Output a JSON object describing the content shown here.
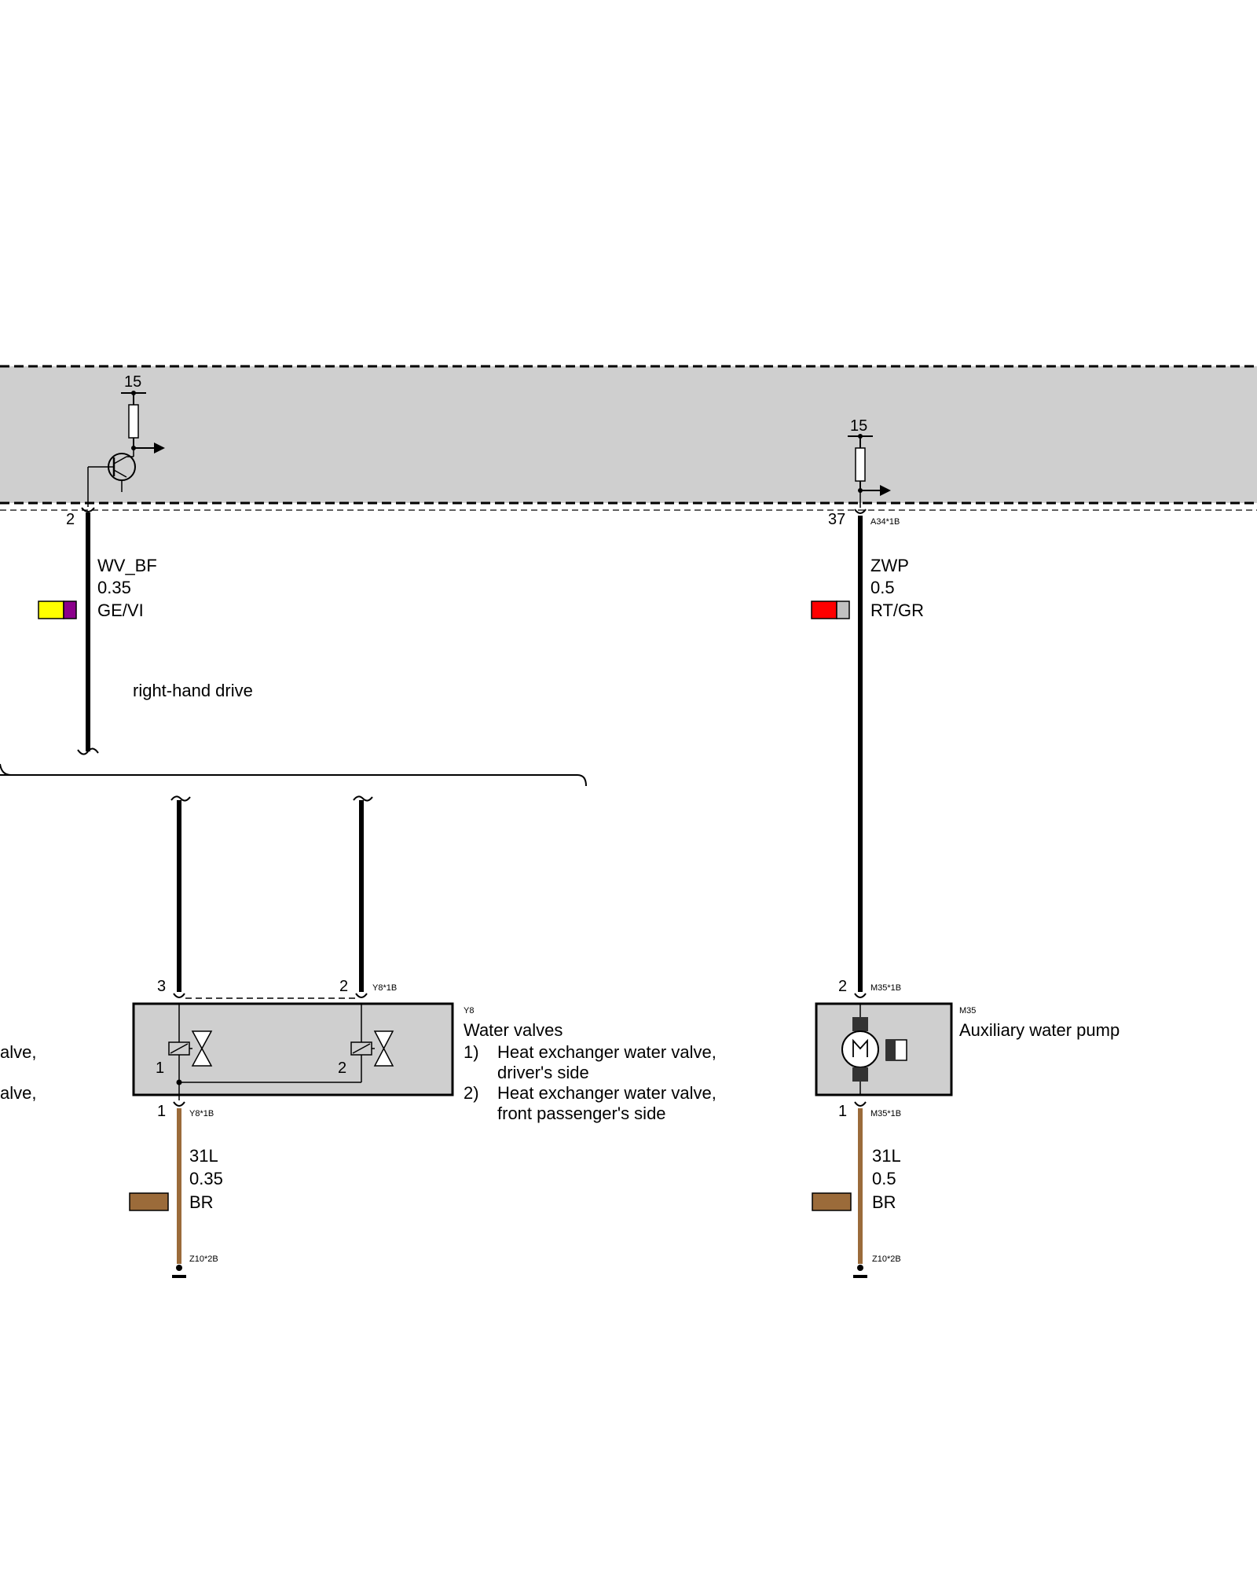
{
  "control_unit": {
    "supply_left": "15",
    "supply_right": "15",
    "pin_left": "2",
    "pin_right": "37",
    "connector_right": "A34*1B"
  },
  "wires": {
    "wv_bf": {
      "signal": "WV_BF",
      "size": "0.35",
      "color_code": "GE/VI",
      "colors": [
        "#ffff00",
        "#8b008b"
      ]
    },
    "zwp": {
      "signal": "ZWP",
      "size": "0.5",
      "color_code": "RT/GR",
      "colors": [
        "#ff0000",
        "#c0c0c0"
      ]
    },
    "y8_ground": {
      "signal": "31L",
      "size": "0.35",
      "color_code": "BR",
      "colors": [
        "#9b6b3a"
      ]
    },
    "m35_ground": {
      "signal": "31L",
      "size": "0.5",
      "color_code": "BR",
      "colors": [
        "#9b6b3a"
      ]
    }
  },
  "note": {
    "rhd": "right-hand drive"
  },
  "y8": {
    "id": "Y8",
    "title": "Water valves",
    "pin_top_left": "3",
    "pin_top_right": "2",
    "connector_top": "Y8*1B",
    "inner_label_1": "1",
    "inner_label_2": "2",
    "pin_bottom": "1",
    "connector_bottom": "Y8*1B",
    "items": [
      {
        "num": "1)",
        "line1": "Heat exchanger water valve,",
        "line2": "driver's side"
      },
      {
        "num": "2)",
        "line1": "Heat exchanger water valve,",
        "line2": "front passenger's side"
      }
    ],
    "ground": "Z10*2B"
  },
  "m35": {
    "id": "M35",
    "title": "Auxiliary water pump",
    "pin_top": "2",
    "connector_top": "M35*1B",
    "pin_bottom": "1",
    "connector_bottom": "M35*1B",
    "ground": "Z10*2B"
  },
  "left_cut": {
    "line1": "alve,",
    "line2": "alve,"
  }
}
